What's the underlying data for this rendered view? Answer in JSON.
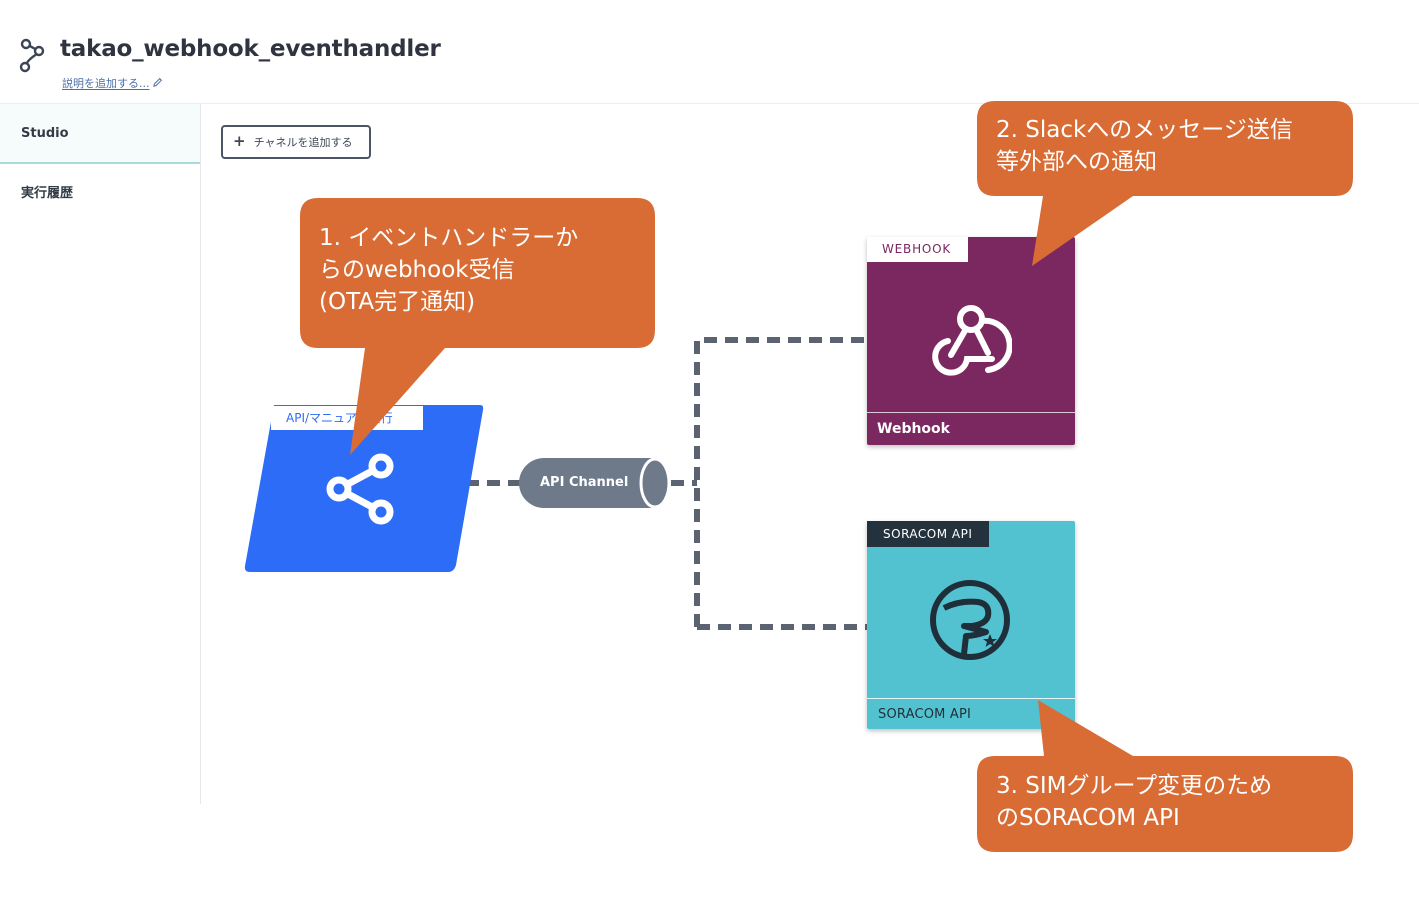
{
  "header": {
    "title": "takao_webhook_eventhandler",
    "description_link": "説明を追加する..."
  },
  "sidebar": {
    "items": [
      {
        "label": "Studio",
        "active": true
      },
      {
        "label": "実行履歴",
        "active": false
      }
    ]
  },
  "toolbar": {
    "add_channel_label": "チャネルを追加する"
  },
  "nodes": {
    "source": {
      "tag": "API/マニュアル実行",
      "icon": "share-icon",
      "color": "#2d6cf6"
    },
    "channel": {
      "label": "API Channel",
      "color": "#6e7a8a"
    },
    "webhook": {
      "tag": "WEBHOOK",
      "name": "Webhook",
      "icon": "webhook-icon",
      "color": "#7b2860"
    },
    "soracom": {
      "tag": "SORACOM API",
      "name": "SORACOM API",
      "icon": "soracom-logo-icon",
      "color": "#53c2d0"
    }
  },
  "callouts": [
    {
      "lines": [
        "1. イベントハンドラーか",
        "らのwebhook受信",
        "(OTA完了通知)"
      ],
      "color": "#d86c34"
    },
    {
      "lines": [
        "2. Slackへのメッセージ送信",
        "等外部への通知"
      ],
      "color": "#d86c34"
    },
    {
      "lines": [
        "3. SIMグループ変更のため",
        "のSORACOM API"
      ],
      "color": "#d86c34"
    }
  ]
}
